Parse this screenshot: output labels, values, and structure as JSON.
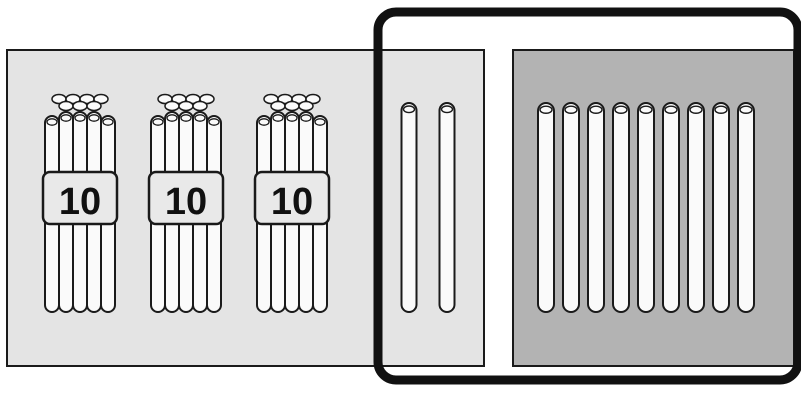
{
  "left_panel": {
    "bundles": [
      {
        "label": "10"
      },
      {
        "label": "10"
      },
      {
        "label": "10"
      }
    ],
    "loose_sticks": 2
  },
  "right_panel": {
    "loose_sticks": 9
  },
  "colors": {
    "left_panel_fill": "#e4e4e4",
    "right_panel_fill": "#b3b3b3",
    "outline": "#1a1a1a",
    "stick_fill": "#fafafa",
    "highlight_frame": "#111111"
  }
}
